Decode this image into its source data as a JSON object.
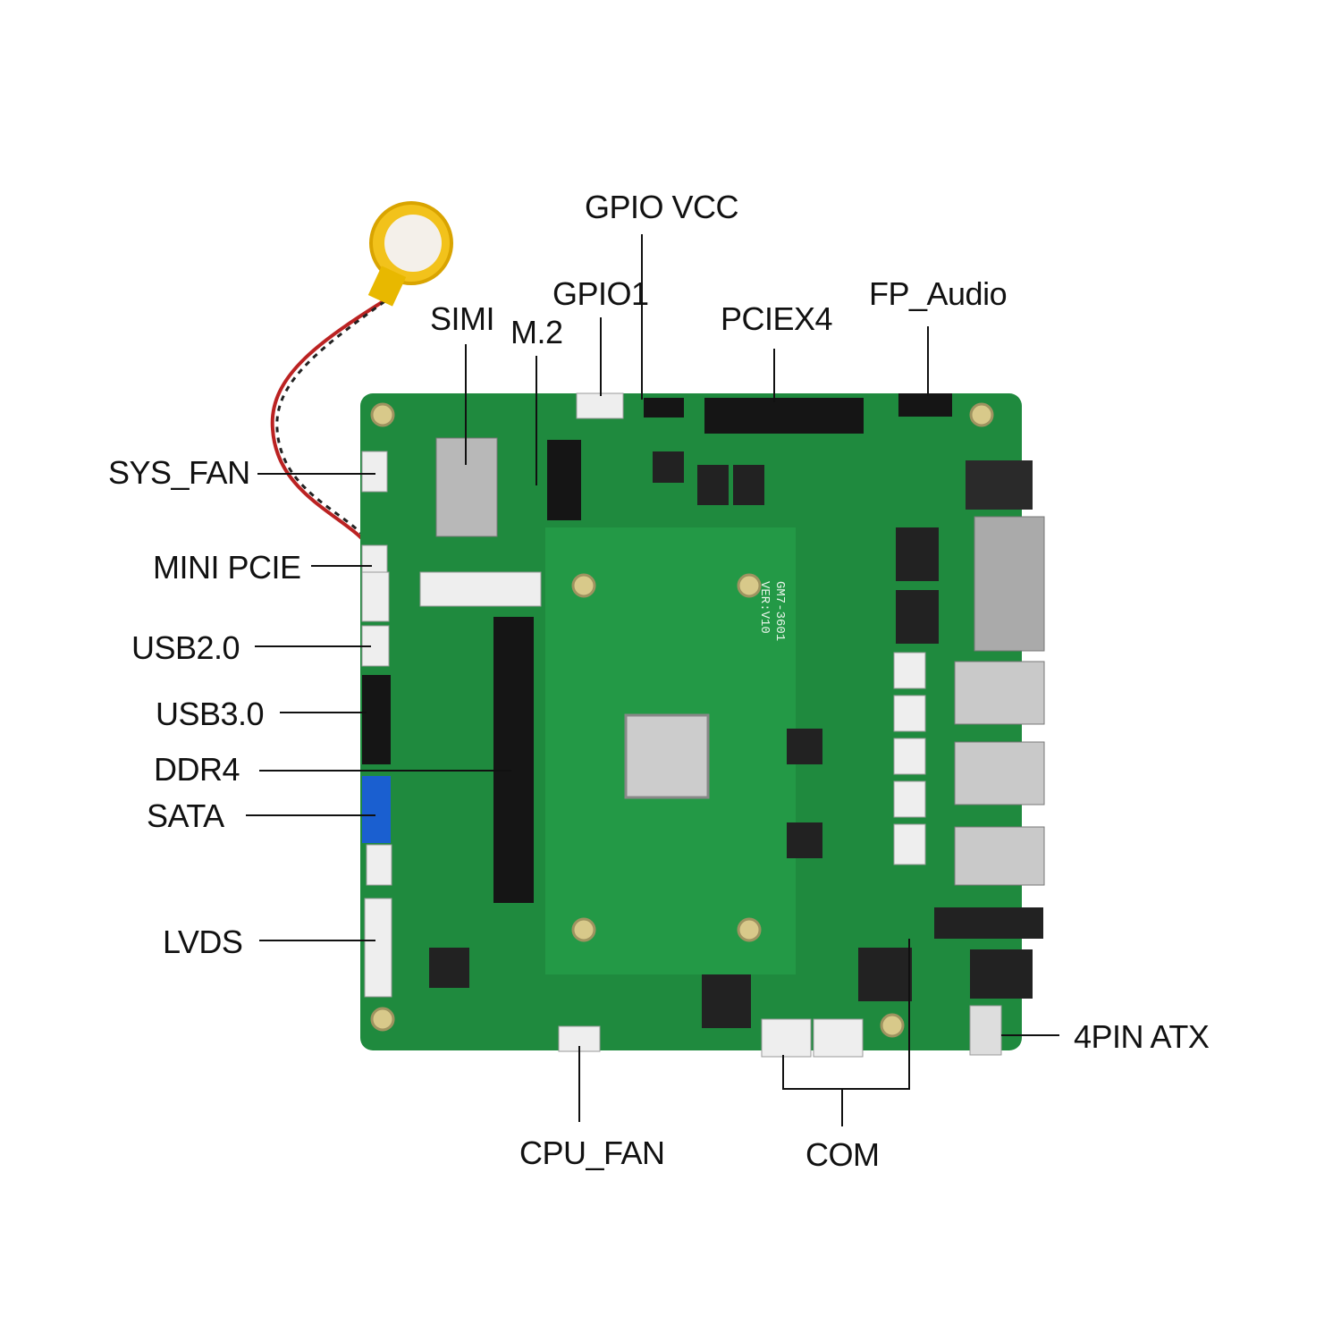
{
  "labels": {
    "gpio_vcc": "GPIO VCC",
    "gpio1": "GPIO1",
    "simi": "SIMI",
    "m2": "M.2",
    "pciex4": "PCIEX4",
    "fp_audio": "FP_Audio",
    "sys_fan": "SYS_FAN",
    "mini_pcie": "MINI PCIE",
    "usb20": "USB2.0",
    "usb30": "USB3.0",
    "ddr4": "DDR4",
    "sata": "SATA",
    "lvds": "LVDS",
    "atx": "4PIN ATX",
    "cpu_fan": "CPU_FAN",
    "com": "COM"
  },
  "board": {
    "model": "GM7-3601",
    "version": "VER:V10",
    "color": "#1f8a3e"
  }
}
